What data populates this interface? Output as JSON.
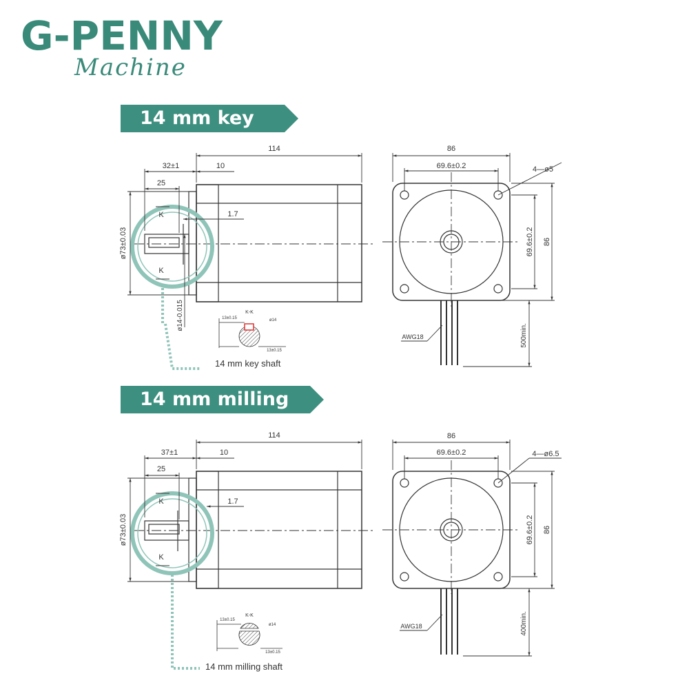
{
  "brand": {
    "name": "G-PENNY",
    "tagline": "Machine",
    "accent": "#3d8f7f"
  },
  "sections": [
    {
      "banner": "14 mm key shaft",
      "side": {
        "length": "114",
        "shaft_length": "32±1",
        "flange": "10",
        "key_length": "25",
        "step": "1.7",
        "pilot_dia": "ø73±0.03",
        "shaft_dia": "ø14-0.015",
        "section_mark": "K"
      },
      "front": {
        "width": "86",
        "hole_pitch_h": "69.6±0.2",
        "hole_pitch_v": "69.6±0.2",
        "height": "86",
        "holes": "4—ø5",
        "wire": "AWG18",
        "lead_length": "500min."
      },
      "section_view": {
        "title": "K-K",
        "dim_top": "13±0.15",
        "dim_bottom": "13±0.15",
        "dia": "ø14",
        "caption": "14 mm key shaft"
      }
    },
    {
      "banner": "14 mm milling shaft",
      "side": {
        "length": "114",
        "shaft_length": "37±1",
        "flange": "10",
        "key_length": "25",
        "step": "1.7",
        "pilot_dia": "ø73±0.03",
        "section_mark": "K"
      },
      "front": {
        "width": "86",
        "hole_pitch_h": "69.6±0.2",
        "hole_pitch_v": "69.6±0.2",
        "height": "86",
        "holes": "4—ø6.5",
        "wire": "AWG18",
        "lead_length": "400min."
      },
      "section_view": {
        "title": "K-K",
        "dim_top": "13±0.15",
        "dim_bottom": "13±0.15",
        "dia": "ø14",
        "caption": "14 mm milling shaft"
      }
    }
  ]
}
